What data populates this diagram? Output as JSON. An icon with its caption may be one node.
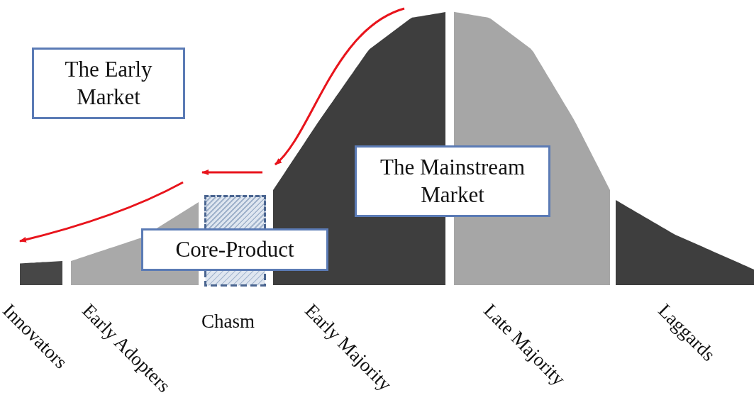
{
  "diagram": {
    "nodes": [
      {
        "text": [
          "The Early Market"
        ]
      },
      {
        "text": [
          "The Mainstream Market"
        ]
      },
      {
        "text": [],
        "shape": "box"
      },
      {
        "text": [
          "Core-Product"
        ]
      }
    ],
    "labels": [
      "Innovators",
      "Early Adopters",
      "Chasm",
      "Early Majority",
      "Late Majority",
      "Laggards"
    ]
  }
}
